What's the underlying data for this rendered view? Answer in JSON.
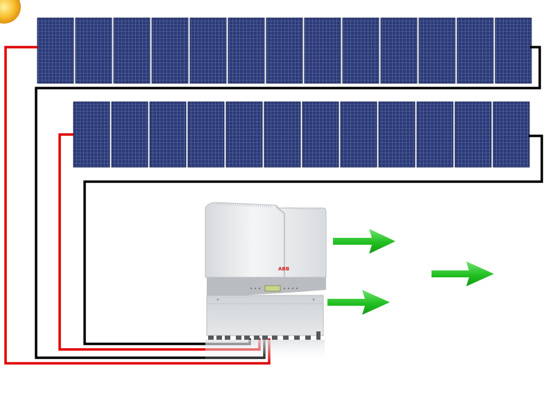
{
  "diagram": {
    "type": "pv-string-inverter-wiring",
    "strings": [
      {
        "id": "string-1",
        "panel_count": 13,
        "positive_wire": "red",
        "negative_wire": "black"
      },
      {
        "id": "string-2",
        "panel_count": 12,
        "positive_wire": "red",
        "negative_wire": "black"
      }
    ],
    "inverter": {
      "brand": "ABB"
    },
    "arrows": {
      "count": 3,
      "direction": "right"
    },
    "sun": {
      "visible": true
    }
  },
  "colors": {
    "background": "#ffffff",
    "panel_cell": "#2b3a78",
    "panel_frame": "#1a2455",
    "panel_grid": "#9aa6cc",
    "wire_positive": "#e00000",
    "wire_negative": "#000000",
    "arrow": "#2ec22e",
    "arrow_dark": "#129a12",
    "inverter_body": "#e8eaec",
    "inverter_shadow": "#b8bcc0",
    "sun": "#f5b020",
    "brand_red": "#d81e1e"
  }
}
